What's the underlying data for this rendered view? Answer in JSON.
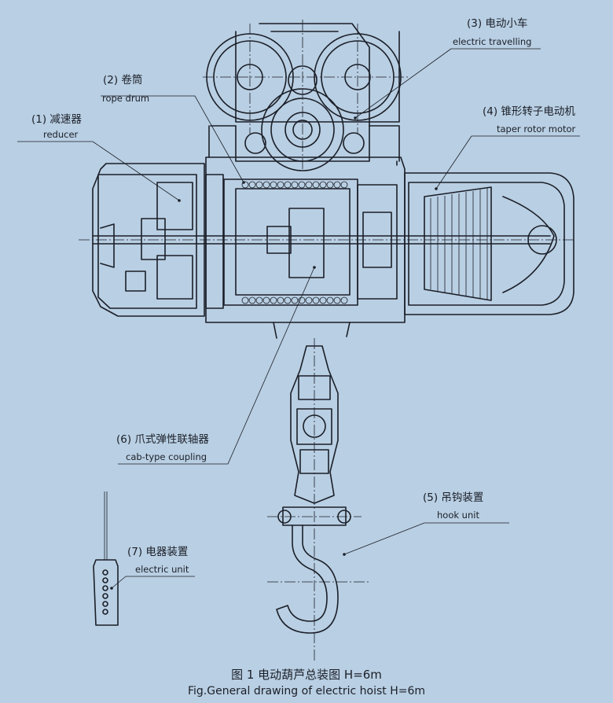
{
  "labels": {
    "reducer": {
      "cn": "(1) 减速器",
      "en": "reducer"
    },
    "rope_drum": {
      "cn": "(2) 卷筒",
      "en": "rope drum"
    },
    "electric_travelling": {
      "cn": "(3) 电动小车",
      "en": "electric travelling"
    },
    "taper_rotor_motor": {
      "cn": "(4) 锥形转子电动机",
      "en": "taper rotor motor"
    },
    "hook_unit": {
      "cn": "(5) 吊钩装置",
      "en": "hook unit"
    },
    "coupling": {
      "cn": "(6) 爪式弹性联轴器",
      "en": "cab-type coupling"
    },
    "electric_unit": {
      "cn": "(7) 电器装置",
      "en": "electric unit"
    }
  },
  "caption": {
    "cn": "图 1  电动葫芦总装图 H=6m",
    "en": "Fig.General drawing of electric hoist H=6m"
  }
}
